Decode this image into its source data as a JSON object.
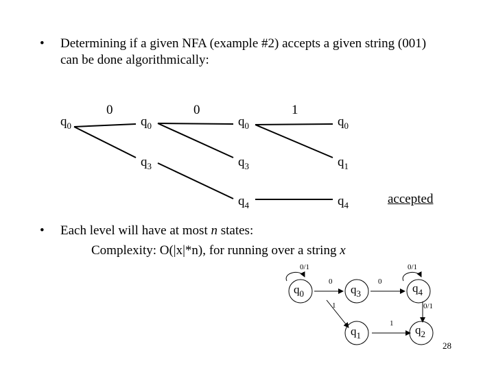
{
  "bullets": [
    {
      "marker": "•",
      "line1": "Determining if a given NFA (example #2) accepts a given string (001)",
      "line2": "can be done algorithmically:"
    },
    {
      "marker": "•",
      "line1_pre": "Each level will have at most ",
      "line1_var": "n",
      "line1_post": " states:",
      "line2_pre": "Complexity: O(|x|*n), for running over a string ",
      "line2_var": "x"
    }
  ],
  "trace": {
    "states": [
      {
        "id": "l0_q0",
        "base": "q",
        "sub": "0"
      },
      {
        "id": "l1_q0",
        "base": "q",
        "sub": "0"
      },
      {
        "id": "l1_q3",
        "base": "q",
        "sub": "3"
      },
      {
        "id": "l2_q0",
        "base": "q",
        "sub": "0"
      },
      {
        "id": "l2_q3",
        "base": "q",
        "sub": "3"
      },
      {
        "id": "l2_q4",
        "base": "q",
        "sub": "4"
      },
      {
        "id": "l3_q0",
        "base": "q",
        "sub": "0"
      },
      {
        "id": "l3_q1",
        "base": "q",
        "sub": "1"
      },
      {
        "id": "l3_q4",
        "base": "q",
        "sub": "4"
      }
    ],
    "symbols": [
      "0",
      "0",
      "1"
    ],
    "accepted_label": "accepted"
  },
  "nfa": {
    "nodes": [
      {
        "id": "q0",
        "base": "q",
        "sub": "0"
      },
      {
        "id": "q3",
        "base": "q",
        "sub": "3"
      },
      {
        "id": "q4",
        "base": "q",
        "sub": "4"
      },
      {
        "id": "q1",
        "base": "q",
        "sub": "1"
      },
      {
        "id": "q2",
        "base": "q",
        "sub": "2"
      }
    ],
    "edge_labels": {
      "q0_loop": "0/1",
      "q4_loop": "0/1",
      "q0_q3": "0",
      "q3_q4": "0",
      "q3_q1": "1",
      "q4_q2": "0/1",
      "q1_q2": "1"
    }
  },
  "page_number": "28"
}
